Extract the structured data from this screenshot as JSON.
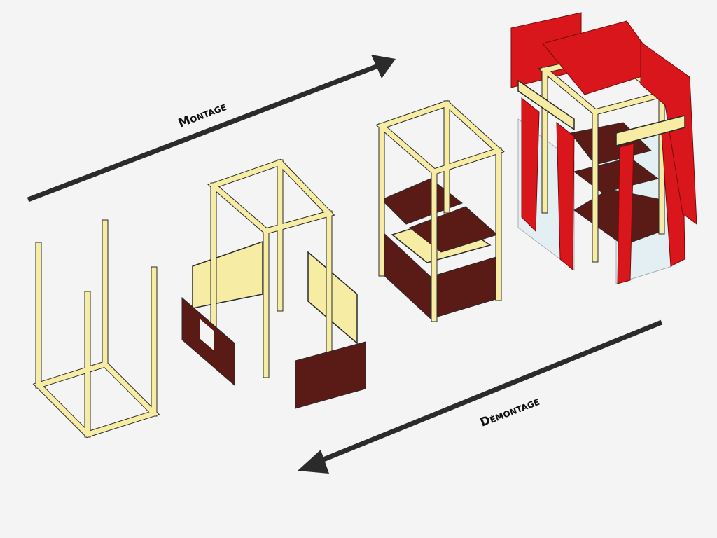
{
  "labels": {
    "assembly": "Montage",
    "disassembly": "Démontage"
  },
  "colors": {
    "wood": "#f6eca4",
    "panel": "#5a1a16",
    "curtain": "#d8161c",
    "arrow": "#2b2b2b"
  },
  "stages": [
    "posts-and-base",
    "frame-and-side-panels",
    "frame-with-shelves",
    "complete-puppet-theatre"
  ]
}
